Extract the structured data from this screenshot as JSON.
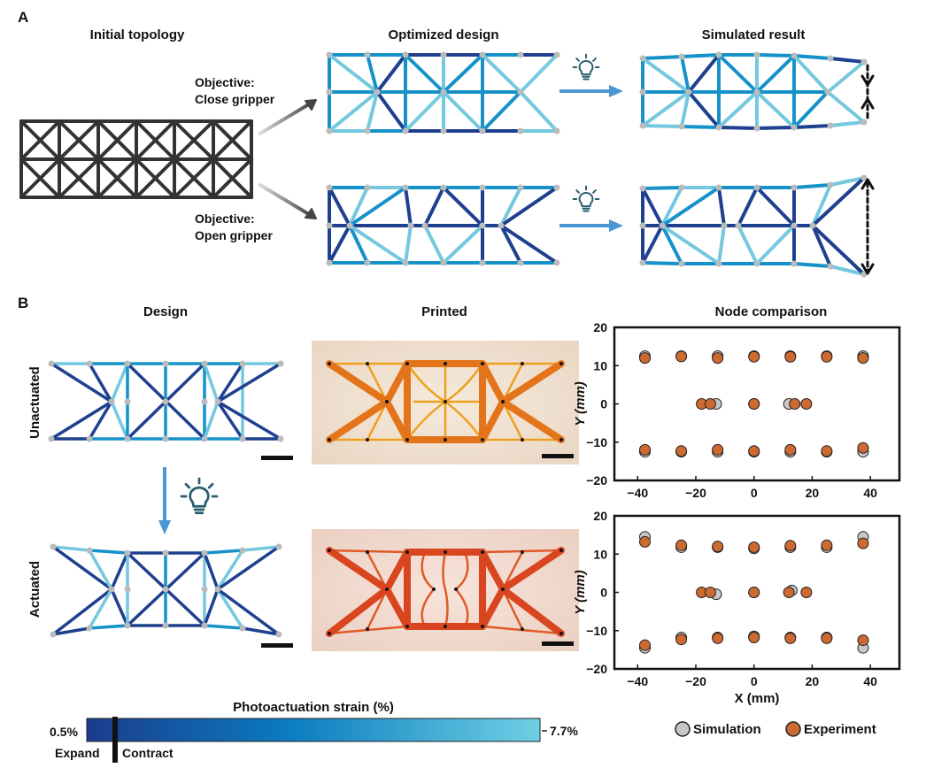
{
  "panel_a": {
    "label": "A",
    "titles": {
      "initial": "Initial topology",
      "optimized": "Optimized design",
      "simulated": "Simulated result"
    },
    "objectives": [
      {
        "line1": "Objective:",
        "line2": "Close gripper"
      },
      {
        "line1": "Objective:",
        "line2": "Open gripper"
      }
    ]
  },
  "panel_b": {
    "label": "B",
    "titles": {
      "design": "Design",
      "printed": "Printed",
      "node_comparison": "Node comparison"
    },
    "row_labels": {
      "unactuated": "Unactuated",
      "actuated": "Actuated"
    }
  },
  "colorbar": {
    "title": "Photoactuation strain (%)",
    "min_label": "0.5%",
    "max_label": "7.7%",
    "expand_label": "Expand",
    "contract_label": "Contract",
    "colors": [
      "#1b3c8c",
      "#0b7cc0",
      "#6fd0e4"
    ]
  },
  "colors": {
    "dark_blue": "#1f3f8f",
    "mid_blue": "#1692c9",
    "light_blue": "#74c8df",
    "initial_topology": "#333333",
    "simulation": "#c7c7c7",
    "experiment": "#cc6a32",
    "bulb": "#2a5d6e",
    "arrow_blue": "#4a97d4"
  },
  "icons": [
    "lightbulb-icon",
    "arrow-icon",
    "scale-bar"
  ],
  "chart_data": [
    {
      "type": "scatter",
      "name": "Unactuated",
      "xlabel": "X (mm)",
      "ylabel": "Y (mm)",
      "xlim": [
        -48,
        50
      ],
      "ylim": [
        -20,
        20
      ],
      "xticks": [
        -40,
        -20,
        0,
        20,
        40
      ],
      "yticks": [
        -20,
        -10,
        0,
        10,
        20
      ],
      "series": [
        {
          "name": "Simulation",
          "color": "#c7c7c7",
          "points": [
            [
              -37.5,
              12.5
            ],
            [
              -25,
              12.5
            ],
            [
              -12.5,
              12.5
            ],
            [
              0,
              12.5
            ],
            [
              12.5,
              12.5
            ],
            [
              25,
              12.5
            ],
            [
              37.5,
              12.5
            ],
            [
              -37.5,
              -12.5
            ],
            [
              -25,
              -12.5
            ],
            [
              -12.5,
              -12.5
            ],
            [
              0,
              -12.5
            ],
            [
              12.5,
              -12.5
            ],
            [
              25,
              -12.5
            ],
            [
              37.5,
              -12.5
            ],
            [
              -13,
              0
            ],
            [
              0,
              0
            ],
            [
              12,
              0
            ]
          ]
        },
        {
          "name": "Experiment",
          "color": "#cc6a32",
          "points": [
            [
              -37.5,
              12
            ],
            [
              -25,
              12.4
            ],
            [
              -12.5,
              12
            ],
            [
              0,
              12.3
            ],
            [
              12.5,
              12.3
            ],
            [
              25,
              12.3
            ],
            [
              37.5,
              12
            ],
            [
              -37.5,
              -12
            ],
            [
              -25,
              -12.3
            ],
            [
              -12.5,
              -12
            ],
            [
              0,
              -12.3
            ],
            [
              12.5,
              -12
            ],
            [
              25,
              -12.3
            ],
            [
              37.5,
              -11.5
            ],
            [
              -18,
              0
            ],
            [
              -15,
              0
            ],
            [
              0,
              0
            ],
            [
              14,
              0
            ],
            [
              18,
              0
            ]
          ]
        }
      ]
    },
    {
      "type": "scatter",
      "name": "Actuated",
      "xlabel": "X (mm)",
      "ylabel": "Y (mm)",
      "xlim": [
        -48,
        50
      ],
      "ylim": [
        -20,
        20
      ],
      "xticks": [
        -40,
        -20,
        0,
        20,
        40
      ],
      "yticks": [
        -20,
        -10,
        0,
        10,
        20
      ],
      "series": [
        {
          "name": "Simulation",
          "color": "#c7c7c7",
          "points": [
            [
              -37.5,
              14.5
            ],
            [
              -25,
              11.8
            ],
            [
              -12.5,
              11.8
            ],
            [
              0,
              11.5
            ],
            [
              12.5,
              11.8
            ],
            [
              25,
              11.8
            ],
            [
              37.5,
              14.5
            ],
            [
              -37.5,
              -14.5
            ],
            [
              -25,
              -11.8
            ],
            [
              -12.5,
              -11.8
            ],
            [
              0,
              -11.5
            ],
            [
              12.5,
              -11.8
            ],
            [
              25,
              -11.8
            ],
            [
              37.5,
              -14.5
            ],
            [
              -13,
              -0.5
            ],
            [
              0,
              0
            ],
            [
              13,
              0.5
            ]
          ]
        },
        {
          "name": "Experiment",
          "color": "#cc6a32",
          "points": [
            [
              -37.5,
              13.2
            ],
            [
              -25,
              12.3
            ],
            [
              -12.5,
              12
            ],
            [
              0,
              11.8
            ],
            [
              12.5,
              12.2
            ],
            [
              25,
              12.3
            ],
            [
              37.5,
              12.8
            ],
            [
              -37.5,
              -13.8
            ],
            [
              -25,
              -12.3
            ],
            [
              -12.5,
              -12
            ],
            [
              0,
              -11.8
            ],
            [
              12.5,
              -12
            ],
            [
              25,
              -12
            ],
            [
              37.5,
              -12.5
            ],
            [
              -18,
              0
            ],
            [
              -15,
              0
            ],
            [
              0,
              0
            ],
            [
              12,
              0
            ],
            [
              18,
              0
            ]
          ]
        }
      ]
    }
  ]
}
